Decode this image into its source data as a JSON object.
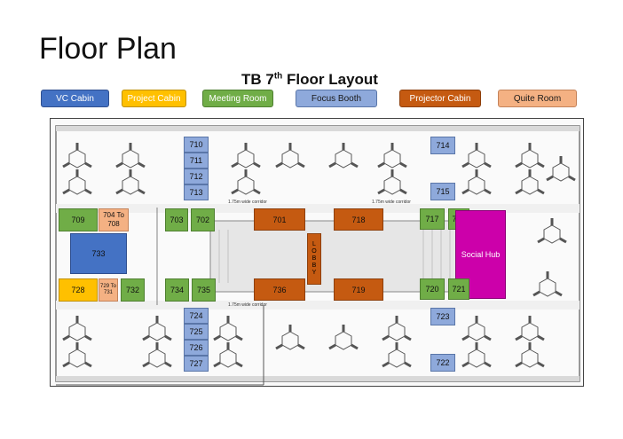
{
  "page_title": "Floor Plan",
  "layout_title": {
    "main": "TB 7",
    "sup": "th",
    "rest": " Floor Layout"
  },
  "legend": [
    {
      "key": "vc",
      "label": "VC Cabin",
      "color": "#4472c4",
      "text_color": "#ffffff"
    },
    {
      "key": "proj",
      "label": "Project Cabin",
      "color": "#ffc000",
      "text_color": "#ffffff"
    },
    {
      "key": "meet",
      "label": "Meeting Room",
      "color": "#70ad47",
      "text_color": "#ffffff"
    },
    {
      "key": "focus",
      "label": "Focus Booth",
      "color": "#8ea9db",
      "text_color": "#1a1a1a"
    },
    {
      "key": "projector",
      "label": "Projector Cabin",
      "color": "#c55a11",
      "text_color": "#ffffff"
    },
    {
      "key": "quite",
      "label": "Quite Room",
      "color": "#f4b183",
      "text_color": "#1a1a1a"
    }
  ],
  "rooms": {
    "r710": "710",
    "r711": "711",
    "r712": "712",
    "r713": "713",
    "r714": "714",
    "r715": "715",
    "r709": "709",
    "r704": "704 To 708",
    "r703": "703",
    "r702": "702",
    "r701": "701",
    "r718": "718",
    "r717": "717",
    "r716": "716",
    "r733": "733",
    "r728": "728",
    "r729": "729 To 731",
    "r732": "732",
    "r734": "734",
    "r735": "735",
    "r736": "736",
    "r719": "719",
    "r720": "720",
    "r721": "721",
    "r724": "724",
    "r725": "725",
    "r726": "726",
    "r727": "727",
    "r723": "723",
    "r722": "722",
    "social_hub": "Social Hub",
    "lobby": [
      "L",
      "O",
      "B",
      "B",
      "Y"
    ]
  },
  "corridors": {
    "upper_left": "1.75m wide corridor",
    "upper_right": "1.75m wide corridor",
    "lower": "1.75m wide corridor"
  }
}
